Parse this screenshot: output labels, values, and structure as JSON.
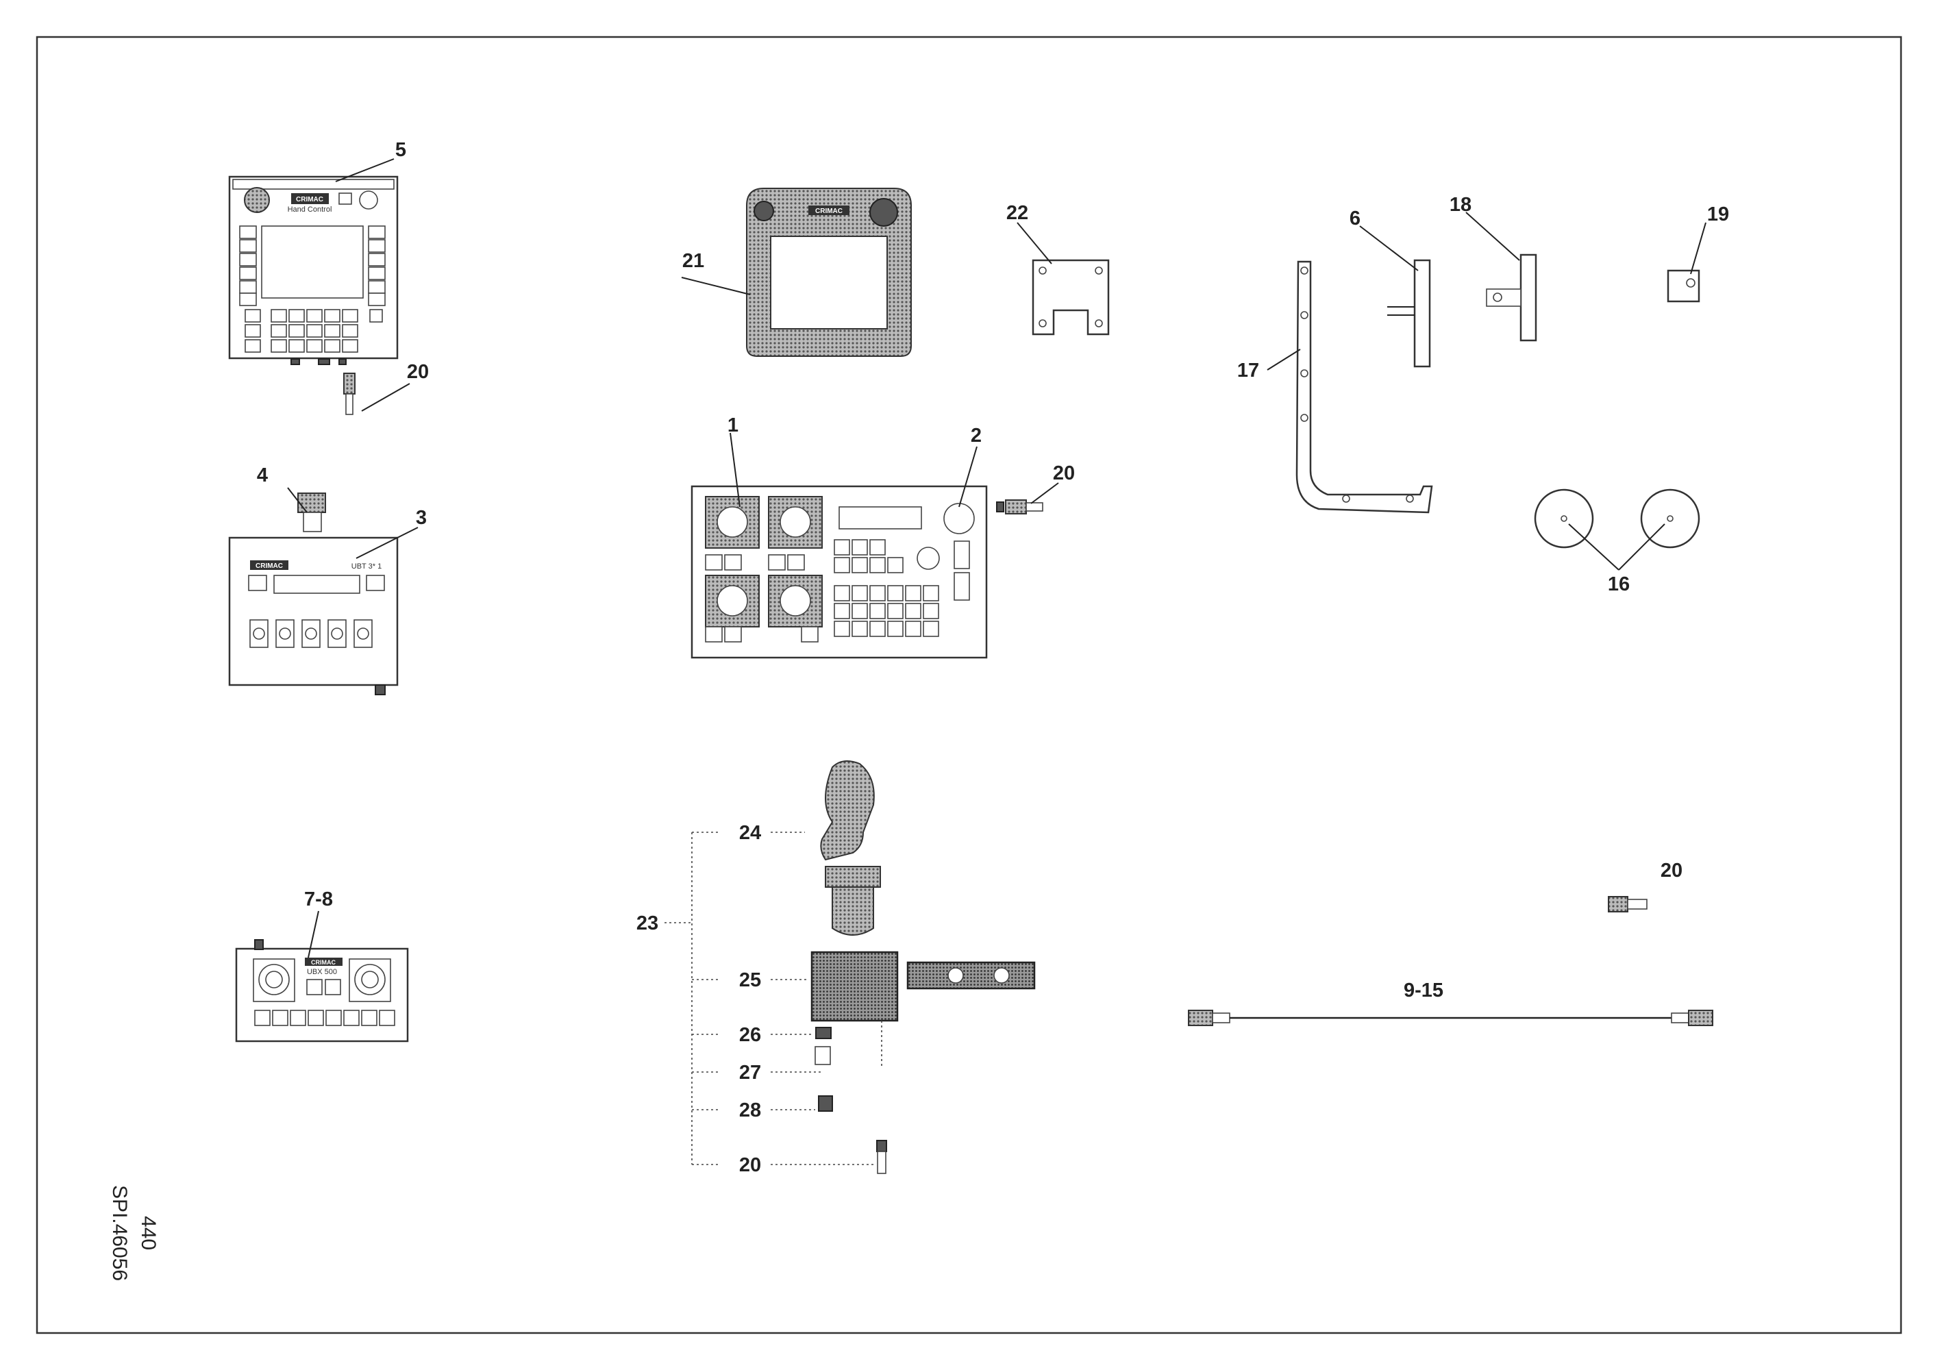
{
  "drawing": {
    "page_number": "440",
    "drawing_code": "SPI.46056"
  },
  "callouts": {
    "c1": "1",
    "c2": "2",
    "c3": "3",
    "c4": "4",
    "c5": "5",
    "c6": "6",
    "c7_8": "7-8",
    "c9_15": "9-15",
    "c16": "16",
    "c17": "17",
    "c18": "18",
    "c19": "19",
    "c20": "20",
    "c21": "21",
    "c22": "22",
    "c23": "23",
    "c24": "24",
    "c25": "25",
    "c26": "26",
    "c27": "27",
    "c28": "28"
  },
  "components": {
    "part5_panel_text": "Hand Control",
    "part3_model_text": "UBT 3* 1",
    "part7_8_model_text": "UBX 500"
  },
  "brand_logo": "CRIMAC",
  "colors": {
    "line": "#222222",
    "hatch": "#888888",
    "frame": "#333333"
  }
}
